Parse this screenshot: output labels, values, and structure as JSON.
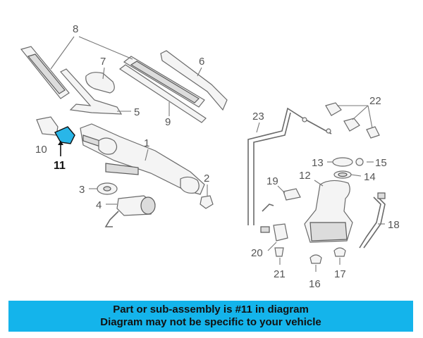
{
  "callouts": {
    "c1": "1",
    "c2": "2",
    "c3": "3",
    "c4": "4",
    "c5": "5",
    "c6": "6",
    "c7": "7",
    "c8": "8",
    "c9": "9",
    "c10": "10",
    "c11": "11",
    "c12": "12",
    "c13": "13",
    "c14": "14",
    "c15": "15",
    "c16": "16",
    "c17": "17",
    "c18": "18",
    "c19": "19",
    "c20": "20",
    "c21": "21",
    "c22": "22",
    "c23": "23"
  },
  "highlight": {
    "part": "11",
    "color": "#29b6e8"
  },
  "banner": {
    "line1": "Part or sub-assembly is #11 in diagram",
    "line2": "Diagram may not be specific to your vehicle",
    "color": "#14b4eb"
  }
}
